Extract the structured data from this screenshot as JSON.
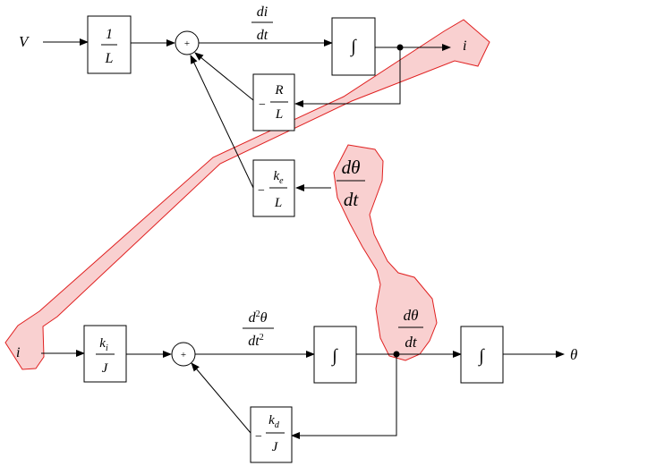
{
  "colors": {
    "highlight_fill": "#f8c8c8",
    "highlight_stroke": "#e02020",
    "line": "#000000",
    "background": "#ffffff"
  },
  "electrical_loop": {
    "input_label": "V",
    "gain_block": {
      "numerator": "1",
      "denominator": "L"
    },
    "sum_symbol": "+",
    "derivative_label": {
      "numerator": "di",
      "denominator": "dt"
    },
    "integrator_symbol": "∫",
    "output_tag": "i",
    "resistance_block": {
      "sign": "−",
      "numerator": "R",
      "denominator": "L"
    },
    "back_emf_block": {
      "sign": "−",
      "numerator": "k",
      "numerator_subscript": "e",
      "denominator": "L"
    },
    "speed_tag": {
      "numerator": "dθ",
      "denominator": "dt"
    }
  },
  "mechanical_loop": {
    "input_tag": "i",
    "torque_block": {
      "numerator": "k",
      "numerator_subscript": "i",
      "denominator": "J"
    },
    "sum_symbol": "+",
    "acceleration_label": {
      "numerator": "d",
      "numerator_sup": "2",
      "numerator_tail": "θ",
      "denominator": "dt",
      "denominator_sup": "2"
    },
    "integrator1_symbol": "∫",
    "speed_tag": {
      "numerator": "dθ",
      "denominator": "dt"
    },
    "integrator2_symbol": "∫",
    "output_label": "θ",
    "damping_block": {
      "sign": "−",
      "numerator": "k",
      "numerator_subscript": "d",
      "denominator": "J"
    }
  }
}
